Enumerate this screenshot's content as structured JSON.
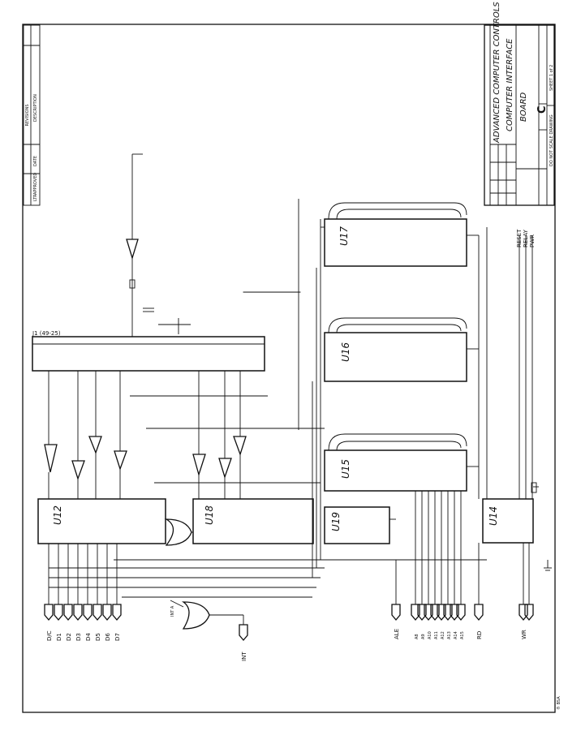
{
  "title_block": {
    "company": "ADVANCED COMPUTER CONTROLS",
    "title_line1": "COMPUTER INTERFACE",
    "title_line2": "BOARD",
    "size_value": "C",
    "scale_note": "DO NOT SCALE DRAWING",
    "sheet": "SHEET 1 of 2"
  },
  "revisions": {
    "header": "REVISIONS",
    "col_ltr": "LTR",
    "col_description": "DESCRIPTION",
    "col_date": "DATE",
    "col_approved": "APPROVED"
  },
  "chips": {
    "u17": "U17",
    "u16": "U16",
    "u15": "U15",
    "u12": "U12",
    "u18": "U18",
    "u19": "U19",
    "u14": "U14"
  },
  "connector": {
    "label": "J1 (49-25)"
  },
  "left_signals": [
    "D/C",
    "D1",
    "D2",
    "D3",
    "D4",
    "D5",
    "D6",
    "D7"
  ],
  "bottom_signals": {
    "ale": "ALE",
    "addr": [
      "A8",
      "A9",
      "A10",
      "A11",
      "A12",
      "A13",
      "A14",
      "A15"
    ],
    "rd": "RD",
    "wr": "WR",
    "int": "INT",
    "int_a": "INT A"
  },
  "right_signals": [
    "RESET",
    "RELAY",
    "PWR"
  ],
  "stamp": "® BSA"
}
